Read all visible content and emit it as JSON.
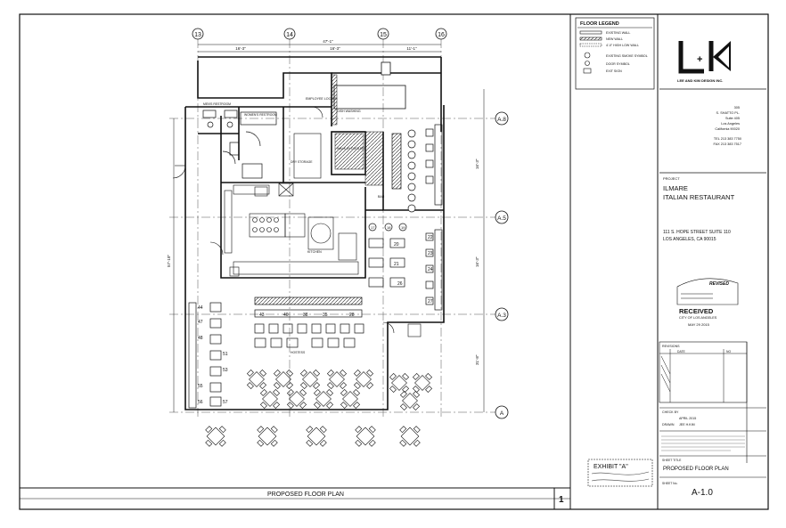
{
  "drawing": {
    "title": "PROPOSED FLOOR PLAN",
    "sheet_index": "1",
    "grid_columns": [
      "13",
      "14",
      "15",
      "16"
    ],
    "grid_rows": [
      "A.8",
      "A.5",
      "A.3",
      "A"
    ],
    "dimensions": [
      "16'-3\"",
      "16'-3\"",
      "11'-1\"",
      "47'-1\"",
      "16'-3\"",
      "16'-3\"",
      "31'-8\"",
      "57'-10\""
    ],
    "room_labels": [
      "EMPLOYEE LOCKER",
      "WALK-IN COOLER",
      "DISH WASHING",
      "BAR",
      "KITCHEN",
      "MEN'S RESTROOM",
      "WOMEN'S RESTROOM",
      "DRY STORAGE",
      "HOSTESS"
    ],
    "table_numbers": [
      "44",
      "47",
      "48",
      "51",
      "53",
      "55",
      "56",
      "57",
      "43",
      "40",
      "38",
      "35",
      "28",
      "17",
      "18",
      "19",
      "20",
      "21",
      "22",
      "23",
      "24",
      "25",
      "26",
      "27"
    ]
  },
  "legend": {
    "title": "FLOOR LEGEND",
    "items": [
      "EXISTING WALL",
      "NEW WALL",
      "4'-0\" HIGH LOW WALL",
      "EXISTING SMOKE SYMBOL",
      "DOOR SYMBOL",
      "EXIT SIGN"
    ]
  },
  "firm": {
    "logo_text": "L+K",
    "name": "LEE AND KIM DESIGN INC.",
    "address": [
      "305",
      "S. SHATTO PL.",
      "Suite 405",
      "Los Angeles",
      "California 90020"
    ],
    "tel": "TEL 213 383 7750",
    "fax": "FAX 213 383 7517"
  },
  "project": {
    "label": "PROJECT",
    "name": [
      "ILMARE",
      "ITALIAN RESTAURANT"
    ],
    "address": [
      "111 S. HOPE STREET SUITE 110",
      "LOS ANGELES, CA 90015"
    ]
  },
  "stamps": {
    "revised": "REVISED",
    "received": "RECEIVED",
    "received_sub": "CITY OF LOS ANGELES",
    "date": "MAY 29 2015",
    "exhibit": "EXHIBIT \"A\""
  },
  "revisions": {
    "label": "REVISIONS",
    "col_date": "DATE",
    "col_no": "NO"
  },
  "checked": {
    "labels": [
      "CHECK BY",
      "DRAWN",
      "DATE"
    ],
    "date": "APRIL 2015",
    "drawn_by": "JEE H.KIM"
  },
  "sheet": {
    "title_label": "SHEET TITLE",
    "title": "PROPOSED FLOOR PLAN",
    "no_label": "SHEET No.",
    "number": "A-1.0"
  }
}
